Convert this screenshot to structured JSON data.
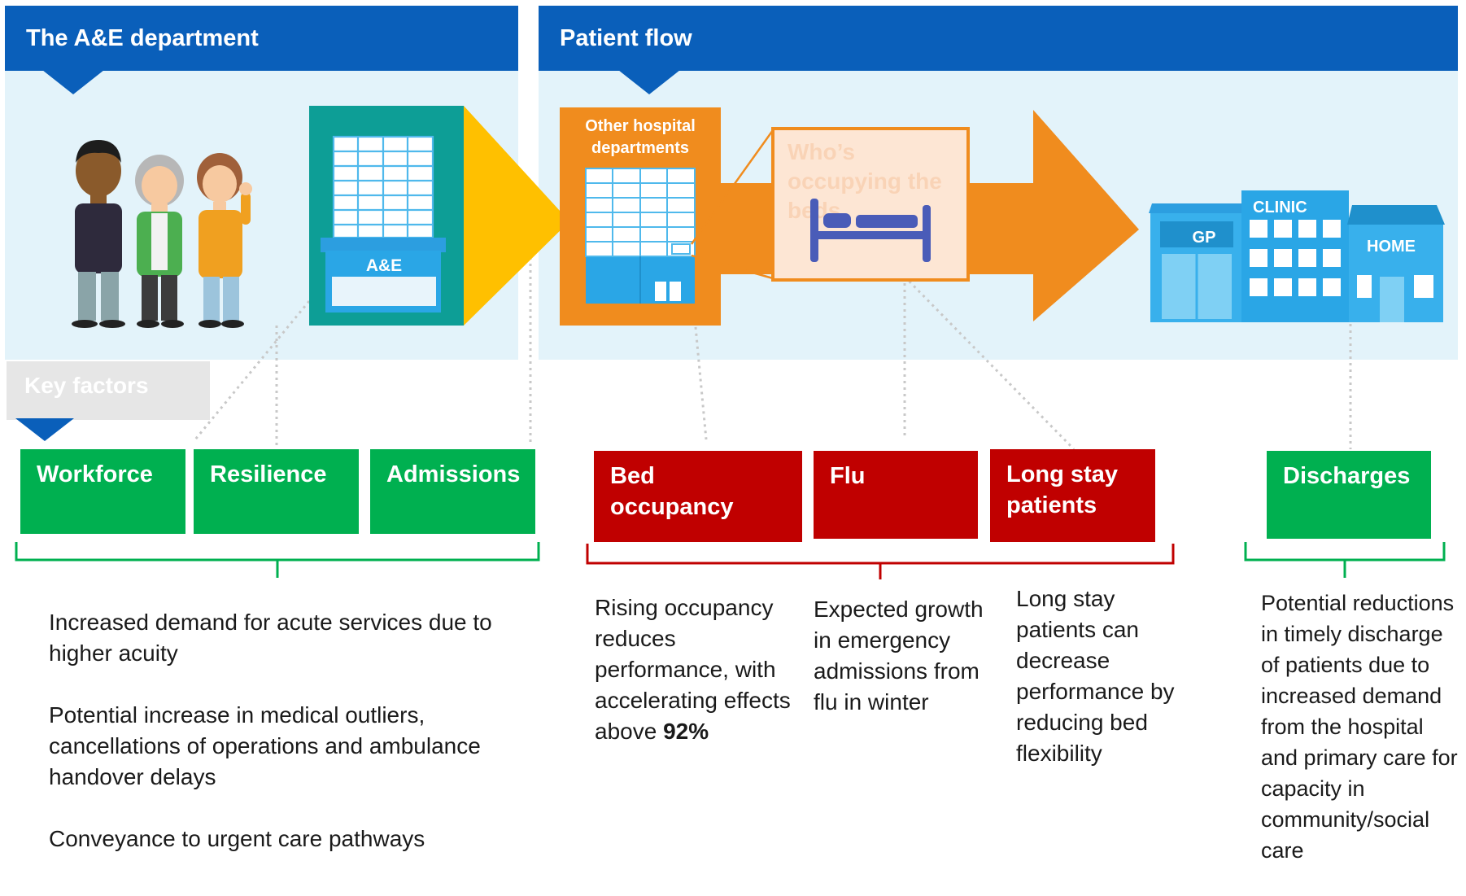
{
  "panels": {
    "ae_title": "The A&E department",
    "flow_title": "Patient flow"
  },
  "building_labels": {
    "ae": "A&E",
    "other_hospital_line1": "Other hospital",
    "other_hospital_line2": "departments",
    "gp": "GP",
    "clinic": "CLINIC",
    "home": "HOME"
  },
  "callout": {
    "line1": "Who’s",
    "line2": "occupying the",
    "line3": "beds"
  },
  "key_factors_label": "Key factors",
  "factors": {
    "workforce": "Workforce",
    "resilience": "Resilience",
    "admissions": "Admissions",
    "bed_occupancy_line1": "Bed",
    "bed_occupancy_line2": "occupancy",
    "flu": "Flu",
    "long_stay_line1": "Long stay",
    "long_stay_line2": "patients",
    "discharges": "Discharges"
  },
  "descriptions": {
    "ae_1": "Increased demand for acute services due to higher acuity",
    "ae_2": "Potential increase in medical outliers, cancellations of operations and ambulance handover delays",
    "ae_3": "Conveyance to urgent care pathways",
    "bed_occupancy_text": "Rising occupancy reduces performance, with accelerating effects above",
    "bed_occupancy_value": "92%",
    "flu": "Expected growth in emergency admissions from flu in winter",
    "long_stay": "Long stay patients can decrease performance by reducing bed flexibility",
    "discharges": "Potential reductions in timely discharge of patients due to increased demand from the hospital and primary care for capacity in community/social care"
  },
  "colors": {
    "header_blue": "#0a5fba",
    "panel_bg": "#e3f3fa",
    "factor_green": "#00b050",
    "factor_red": "#c00000",
    "arrow_yellow": "#ffc000",
    "arrow_orange": "#f08c1e",
    "teal": "#0d9e96"
  }
}
